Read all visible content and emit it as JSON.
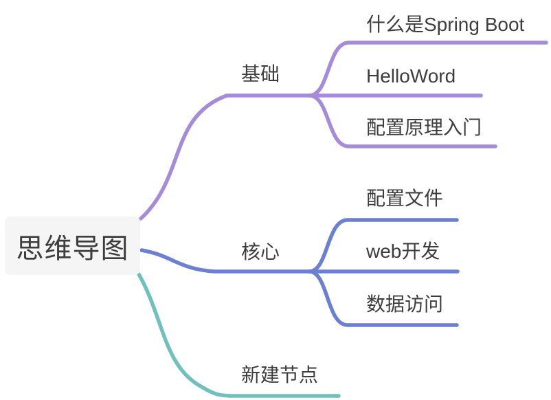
{
  "app": {
    "type": "mindmap",
    "title": "思维导图"
  },
  "colors": {
    "branch_basics": "#a58bd8",
    "branch_core": "#6b80d0",
    "branch_new_node": "#70c1bd",
    "root_background": "#f5f5f6",
    "text": "#3d3d3d"
  },
  "root": {
    "label": "思维导图"
  },
  "branches": [
    {
      "label": "基础",
      "color": "#a58bd8",
      "children": [
        {
          "label": "什么是Spring Boot"
        },
        {
          "label": "HelloWord"
        },
        {
          "label": "配置原理入门"
        }
      ]
    },
    {
      "label": "核心",
      "color": "#6b80d0",
      "children": [
        {
          "label": "配置文件"
        },
        {
          "label": "web开发"
        },
        {
          "label": "数据访问"
        }
      ]
    },
    {
      "label": "新建节点",
      "color": "#70c1bd",
      "children": []
    }
  ]
}
